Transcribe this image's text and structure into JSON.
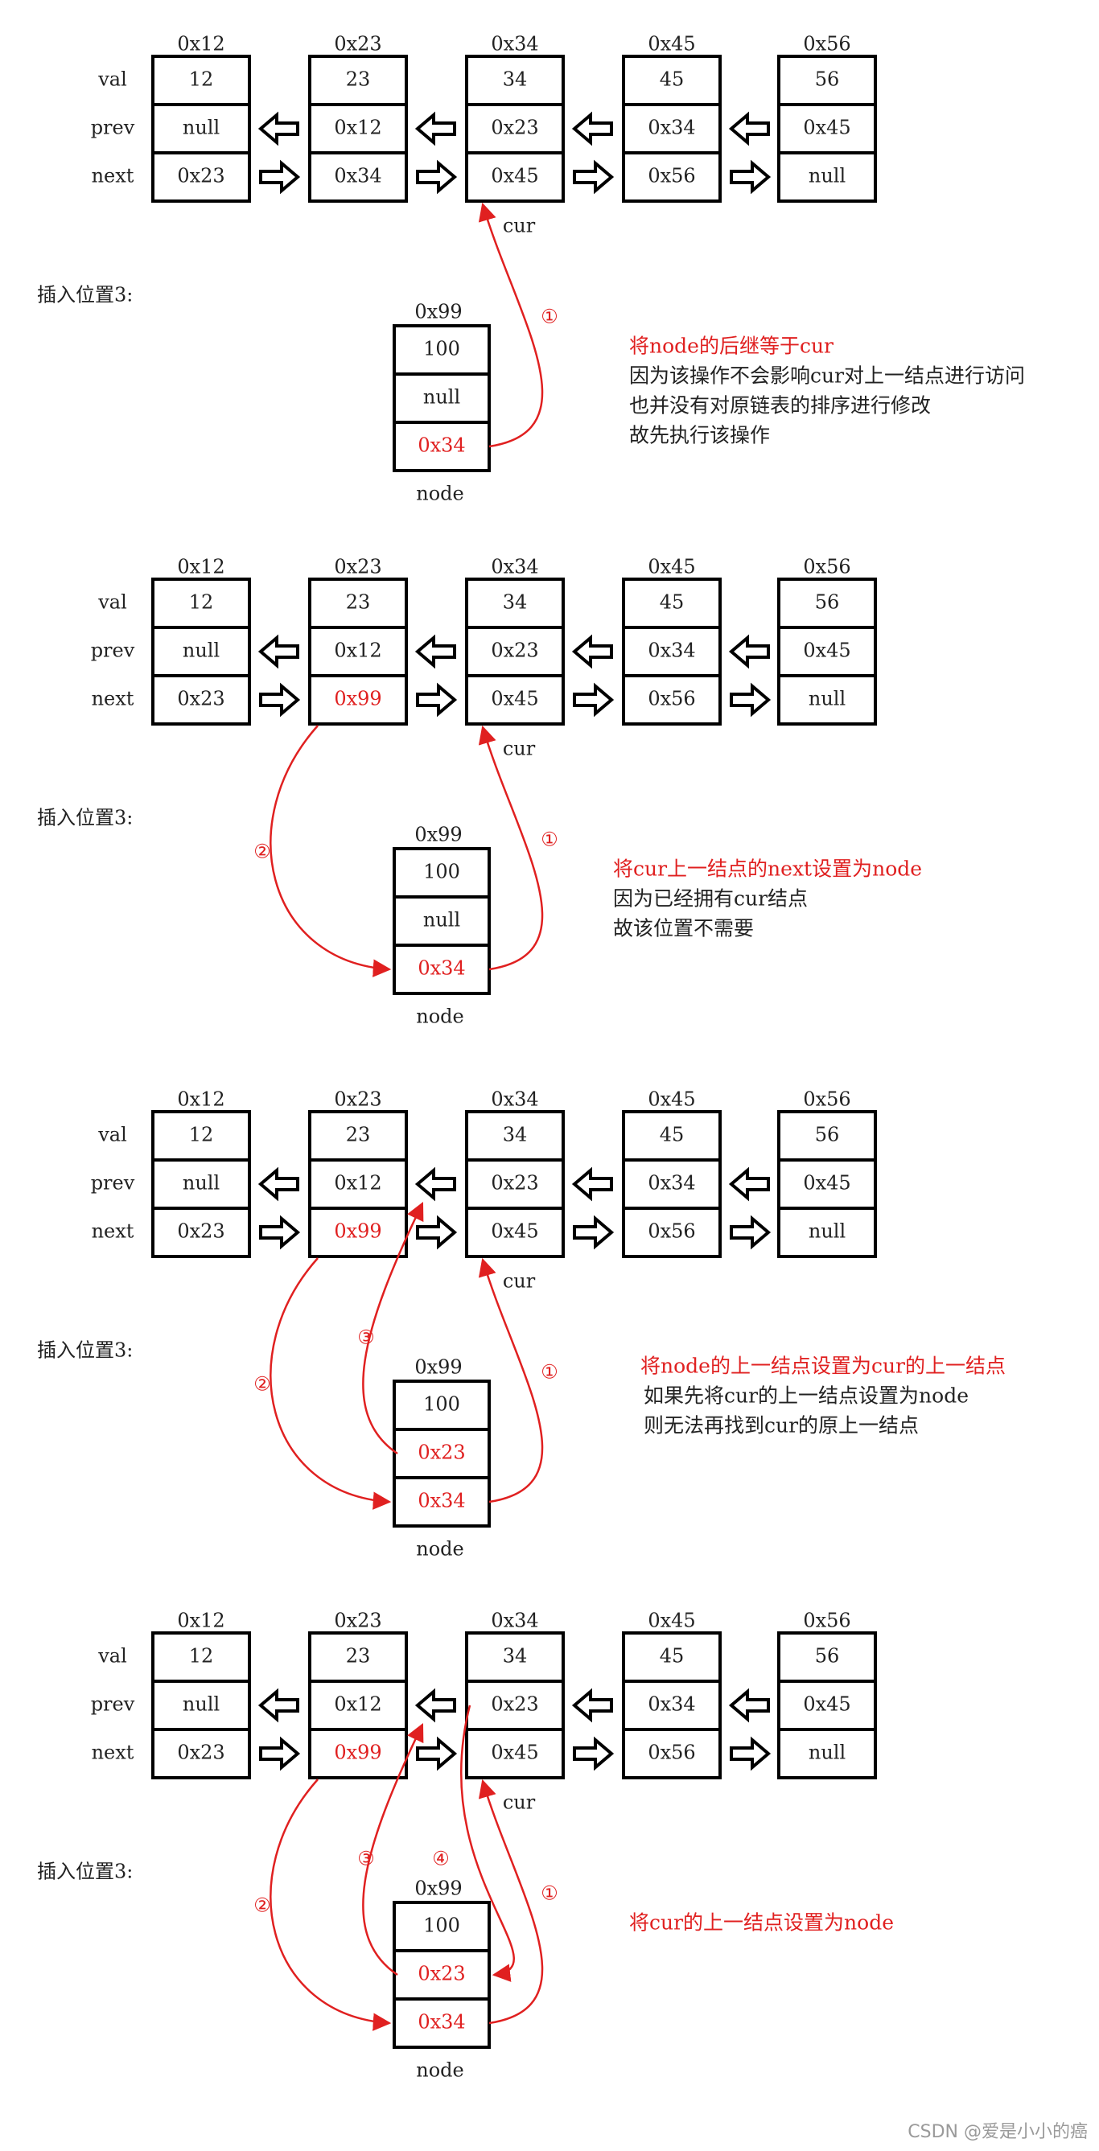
{
  "row_labels": {
    "val": "val",
    "prev": "prev",
    "next": "next"
  },
  "cur_label": "cur",
  "node_label": "node",
  "insert_label": "插入位置3:",
  "colors": {
    "highlight": "#e02020",
    "stroke": "#000000",
    "text": "#222222"
  },
  "steps": [
    {
      "list": [
        {
          "addr": "0x12",
          "val": "12",
          "prev": "null",
          "next": "0x23"
        },
        {
          "addr": "0x23",
          "val": "23",
          "prev": "0x12",
          "next": "0x34"
        },
        {
          "addr": "0x34",
          "val": "34",
          "prev": "0x23",
          "next": "0x45"
        },
        {
          "addr": "0x45",
          "val": "45",
          "prev": "0x34",
          "next": "0x56"
        },
        {
          "addr": "0x56",
          "val": "56",
          "prev": "0x45",
          "next": "null"
        }
      ],
      "node": {
        "addr": "0x99",
        "val": "100",
        "prev": "null",
        "next": "0x34"
      },
      "markers": [
        "①"
      ],
      "notes": [
        "将node的后继等于cur",
        "因为该操作不会影响cur对上一结点进行访问",
        "也并没有对原链表的排序进行修改",
        "故先执行该操作"
      ]
    },
    {
      "list": [
        {
          "addr": "0x12",
          "val": "12",
          "prev": "null",
          "next": "0x23"
        },
        {
          "addr": "0x23",
          "val": "23",
          "prev": "0x12",
          "next": "0x99"
        },
        {
          "addr": "0x34",
          "val": "34",
          "prev": "0x23",
          "next": "0x45"
        },
        {
          "addr": "0x45",
          "val": "45",
          "prev": "0x34",
          "next": "0x56"
        },
        {
          "addr": "0x56",
          "val": "56",
          "prev": "0x45",
          "next": "null"
        }
      ],
      "node": {
        "addr": "0x99",
        "val": "100",
        "prev": "null",
        "next": "0x34"
      },
      "markers": [
        "①",
        "②"
      ],
      "notes": [
        "将cur上一结点的next设置为node",
        "因为已经拥有cur结点",
        "故该位置不需要"
      ]
    },
    {
      "list": [
        {
          "addr": "0x12",
          "val": "12",
          "prev": "null",
          "next": "0x23"
        },
        {
          "addr": "0x23",
          "val": "23",
          "prev": "0x12",
          "next": "0x99"
        },
        {
          "addr": "0x34",
          "val": "34",
          "prev": "0x23",
          "next": "0x45"
        },
        {
          "addr": "0x45",
          "val": "45",
          "prev": "0x34",
          "next": "0x56"
        },
        {
          "addr": "0x56",
          "val": "56",
          "prev": "0x45",
          "next": "null"
        }
      ],
      "node": {
        "addr": "0x99",
        "val": "100",
        "prev": "0x23",
        "next": "0x34"
      },
      "markers": [
        "①",
        "②",
        "③"
      ],
      "notes": [
        "将node的上一结点设置为cur的上一结点",
        "如果先将cur的上一结点设置为node",
        "则无法再找到cur的原上一结点"
      ]
    },
    {
      "list": [
        {
          "addr": "0x12",
          "val": "12",
          "prev": "null",
          "next": "0x23"
        },
        {
          "addr": "0x23",
          "val": "23",
          "prev": "0x12",
          "next": "0x99"
        },
        {
          "addr": "0x34",
          "val": "34",
          "prev": "0x23",
          "next": "0x45"
        },
        {
          "addr": "0x45",
          "val": "45",
          "prev": "0x34",
          "next": "0x56"
        },
        {
          "addr": "0x56",
          "val": "56",
          "prev": "0x45",
          "next": "null"
        }
      ],
      "node": {
        "addr": "0x99",
        "val": "100",
        "prev": "0x23",
        "next": "0x34"
      },
      "markers": [
        "①",
        "②",
        "③",
        "④"
      ],
      "notes": [
        "将cur的上一结点设置为node"
      ]
    }
  ],
  "watermark": "CSDN @爱是小小的癌"
}
